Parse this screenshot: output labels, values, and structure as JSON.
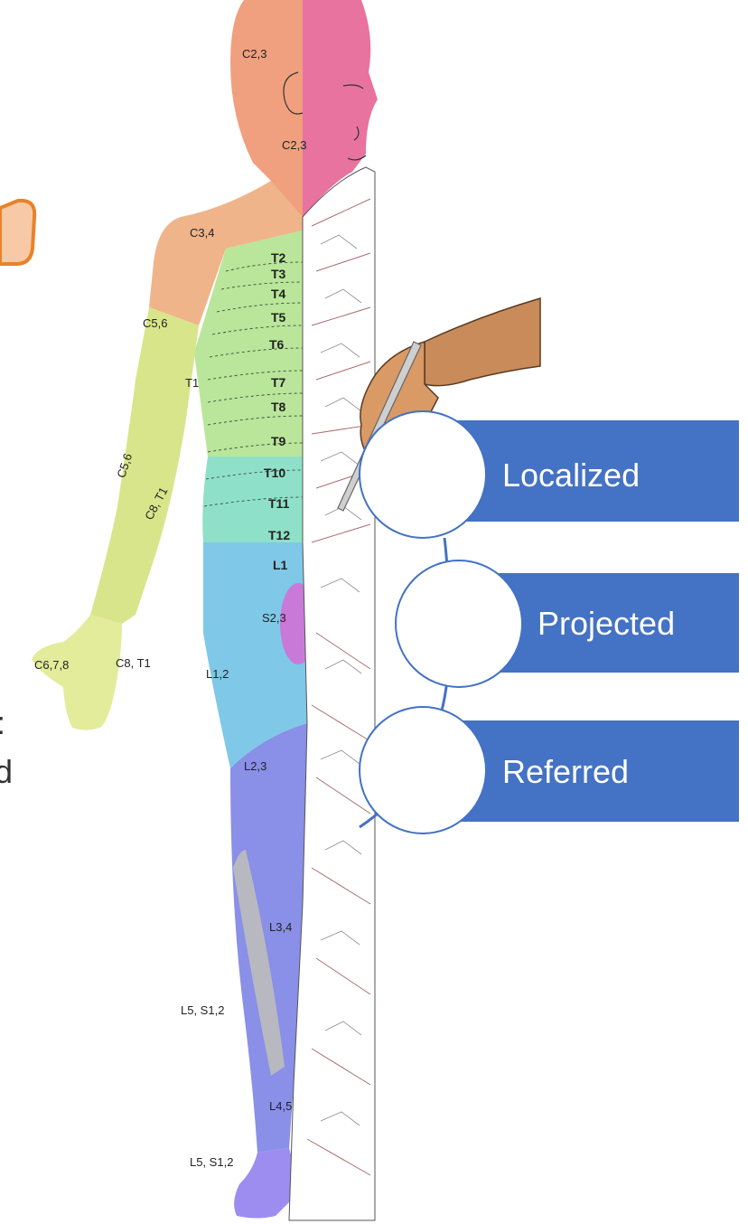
{
  "dermatome_labels": {
    "head_top": "C2,3",
    "neck": "C2,3",
    "shoulder": "C3,4",
    "upper_arm": "C5,6",
    "axilla": "T1",
    "forearm_radial": "C5,6",
    "forearm_ulnar": "C8, T1",
    "wrist": "C8, T1",
    "hand": "C6,7,8",
    "thigh_upper": "L1,2",
    "thigh_lower": "L2,3",
    "knee": "L3,4",
    "leg_lateral": "L5, S1,2",
    "ankle": "L4,5",
    "foot": "L5, S1,2",
    "perineum": "S2,3",
    "thoracic": [
      "T2",
      "T3",
      "T4",
      "T5",
      "T6",
      "T7",
      "T8",
      "T9",
      "T10",
      "T11",
      "T12",
      "L1"
    ]
  },
  "pain_types": [
    {
      "label": "Localized"
    },
    {
      "label": "Projected"
    },
    {
      "label": "Referred"
    }
  ],
  "left_edge_text": {
    "line1": ":",
    "line2": "d"
  },
  "colors": {
    "pill": "#4472c4",
    "circle_stroke": "#4472c4",
    "head": "#e8739f",
    "shoulder": "#f0b48a",
    "thorax": "#b9e69a",
    "abdomen": "#8fe0c8",
    "arm": "#d9e58a",
    "thigh": "#7fc8e8",
    "leg": "#8a8fe8",
    "lateral_leg": "#b8b8c0",
    "orange_callout": "#e8822a"
  }
}
